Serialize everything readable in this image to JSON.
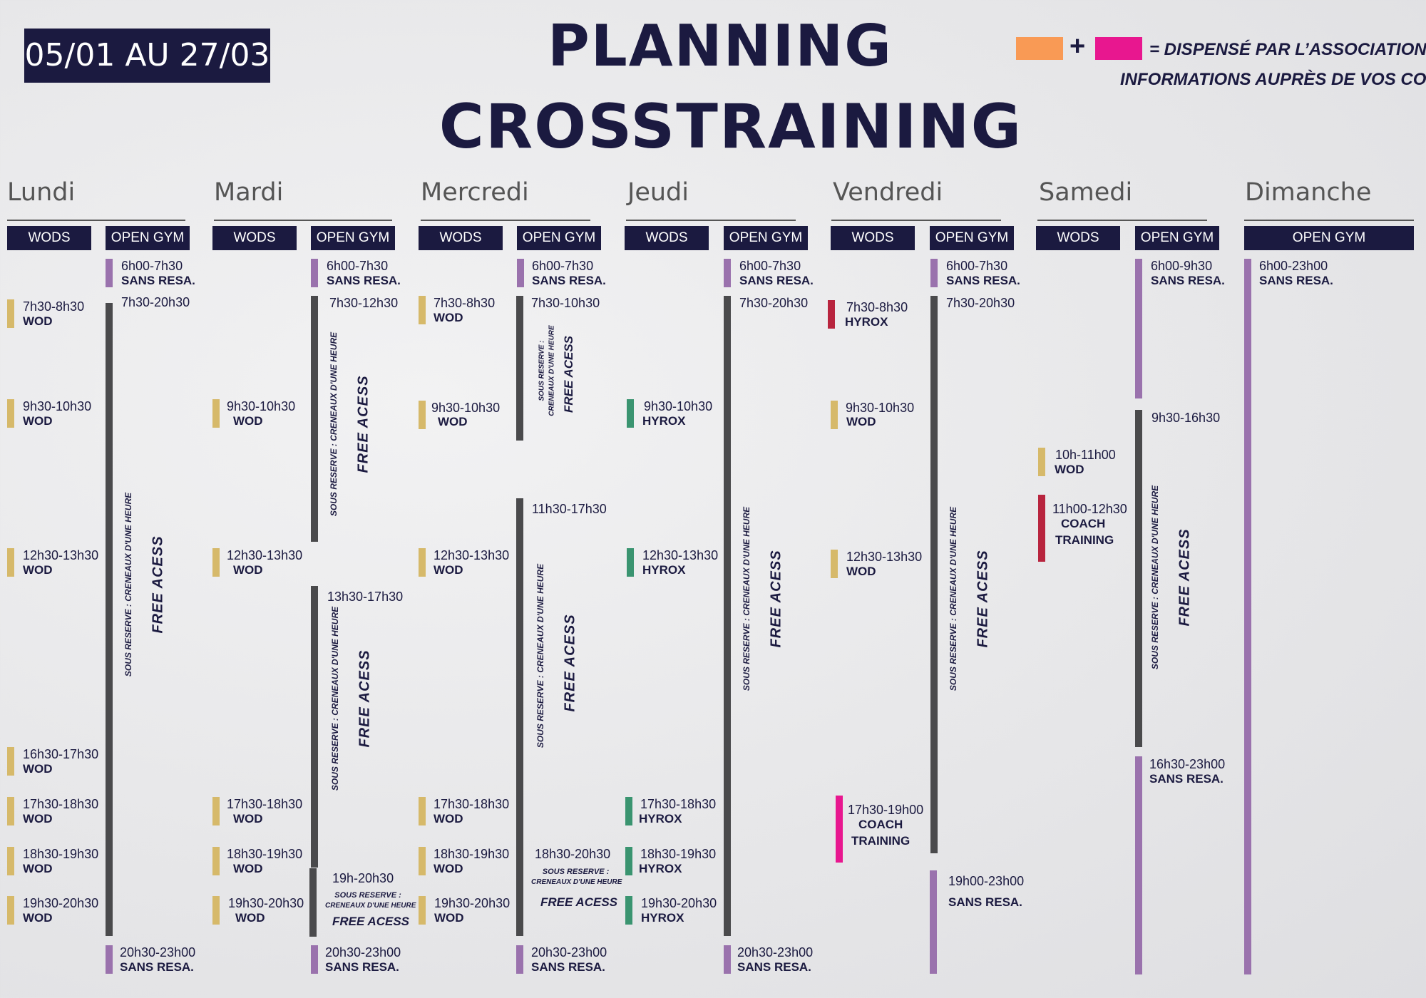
{
  "header": {
    "date_range": "05/01 AU 27/03",
    "title_line1": "PLANNING",
    "title_line2": "CROSSTRAINING",
    "legend_plus": "+",
    "legend_line1": "= DISPENSÉ PAR L’ASSOCIATION,",
    "legend_line2": "INFORMATIONS AUPRÈS DE VOS COACHS",
    "legend_colors": [
      "#f99a55",
      "#e8178f"
    ]
  },
  "labels": {
    "wods": "WODS",
    "open_gym": "OPEN GYM",
    "wod": "WOD",
    "hyrox": "HYROX",
    "coach": "COACH",
    "training": "TRAINING",
    "sans_resa": "SANS RESA.",
    "sous_reserve": "SOUS RESERVE : CRENEAUX D'UNE HEURE",
    "sous_reserve_short": "SOUS RESERVE :",
    "creneaux": "CRENEAUX D'UNE HEURE",
    "free_acess": "FREE ACESS"
  },
  "days": {
    "lundi": {
      "name": "Lundi",
      "wods": [
        "7h30-8h30",
        "9h30-10h30",
        "12h30-13h30",
        "16h30-17h30",
        "17h30-18h30",
        "18h30-19h30",
        "19h30-20h30"
      ],
      "gym": [
        "6h00-7h30",
        "7h30-20h30",
        "20h30-23h00"
      ]
    },
    "mardi": {
      "name": "Mardi",
      "wods": [
        "9h30-10h30",
        "12h30-13h30",
        "17h30-18h30",
        "18h30-19h30",
        "19h30-20h30"
      ],
      "gym": [
        "6h00-7h30",
        "7h30-12h30",
        "13h30-17h30",
        "19h-20h30",
        "20h30-23h00"
      ]
    },
    "mercredi": {
      "name": "Mercredi",
      "wods": [
        "7h30-8h30",
        "9h30-10h30",
        "12h30-13h30",
        "17h30-18h30",
        "18h30-19h30",
        "19h30-20h30"
      ],
      "gym": [
        "6h00-7h30",
        "7h30-10h30",
        "11h30-17h30",
        "18h30-20h30",
        "20h30-23h00"
      ]
    },
    "jeudi": {
      "name": "Jeudi",
      "wods": [
        "9h30-10h30",
        "12h30-13h30",
        "17h30-18h30",
        "18h30-19h30",
        "19h30-20h30"
      ],
      "gym": [
        "6h00-7h30",
        "7h30-20h30",
        "20h30-23h00"
      ]
    },
    "vendredi": {
      "name": "Vendredi",
      "wods": [
        "7h30-8h30",
        "9h30-10h30",
        "12h30-13h30",
        "17h30-19h00"
      ],
      "gym": [
        "6h00-7h30",
        "7h30-20h30",
        "19h00-23h00"
      ]
    },
    "samedi": {
      "name": "Samedi",
      "wods": [
        "10h-11h00",
        "11h00-12h30"
      ],
      "gym": [
        "6h00-9h30",
        "9h30-16h30",
        "16h30-23h00"
      ]
    },
    "dimanche": {
      "name": "Dimanche",
      "gym": [
        "6h00-23h00"
      ]
    }
  }
}
